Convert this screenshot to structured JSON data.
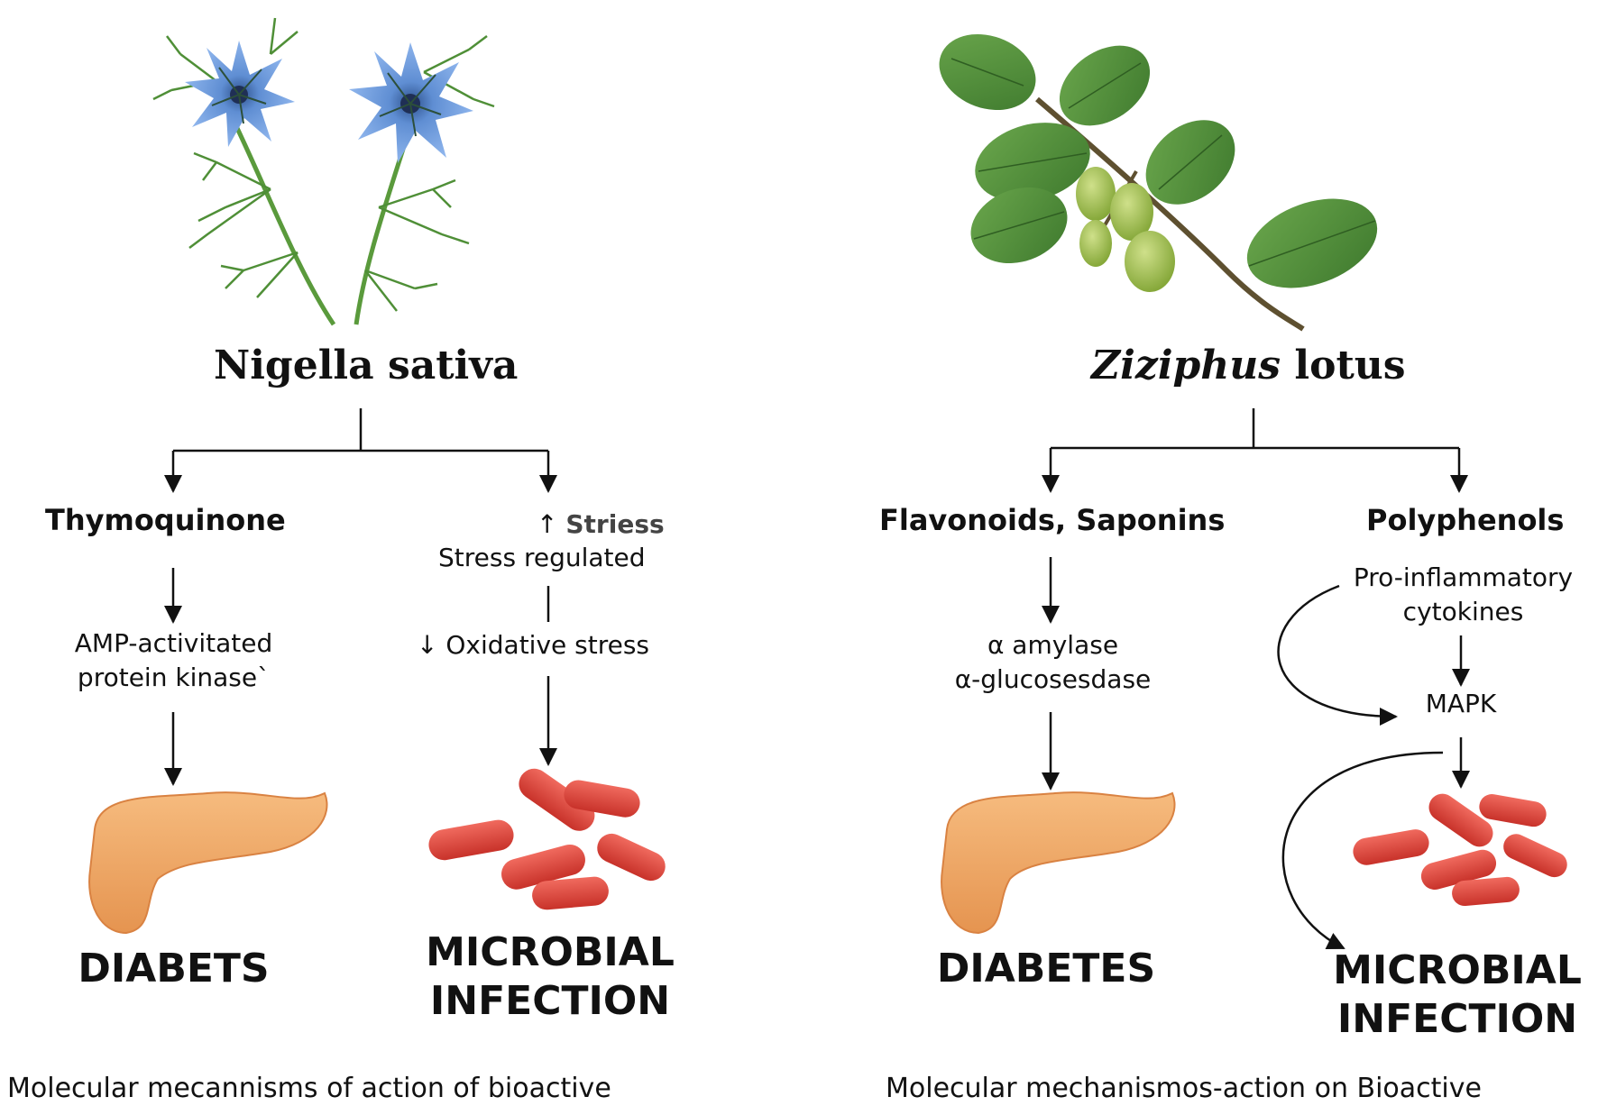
{
  "left": {
    "title": "Nigella sativa",
    "branch_left": {
      "compound": "Thymoquinone",
      "mechanism": [
        "AMP-activitated",
        "protein kinase`"
      ],
      "outcome": "DIABETS"
    },
    "branch_right": {
      "arrow_up": "↑",
      "up_label": "Striess",
      "regulated": "Stress regulated",
      "arrow_down": "↓",
      "down_label": "Oxidative stress",
      "outcome": [
        "MICROBIAL",
        "INFECTION"
      ]
    },
    "caption": "Molecular  mecannisms of action of bioactive"
  },
  "right": {
    "title_italic": "Ziziphus",
    "title_rest": " lotus",
    "branch_left": {
      "compound": "Flavonoids, Saponins",
      "mechanism": [
        "α amylase",
        "α-glucosesdase"
      ],
      "outcome": "DIABETES"
    },
    "branch_right": {
      "compound": "Polyphenols",
      "cytokines": [
        "Pro-inflammatory",
        "cytokines"
      ],
      "mapk": "MAPK",
      "outcome": [
        "MICROBIAL",
        "INFECTION"
      ]
    },
    "caption": "Molecular  mechanismos-action on Bioactive"
  },
  "colors": {
    "flower_blue": "#6f9ad8",
    "stem_green": "#5a9a3c",
    "leaf_green": "#4f8a3a",
    "fruit_green": "#a9c45a",
    "pancreas_orange": "#f0a868",
    "bacteria_red": "#e0453a",
    "arrow": "#111111"
  }
}
